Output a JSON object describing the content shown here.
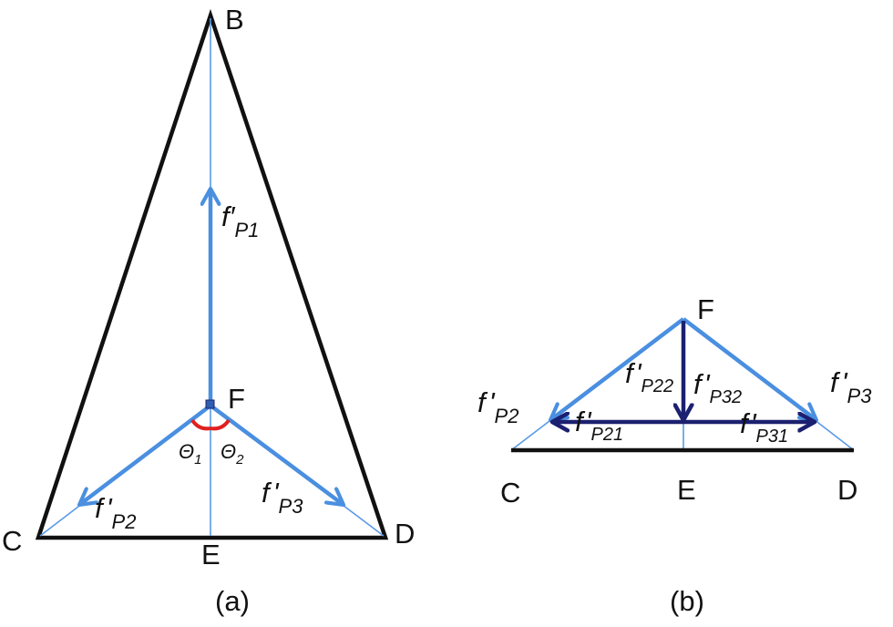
{
  "colors": {
    "outline": "#111111",
    "light_blue": "#4a8fe0",
    "thin_blue": "#5a9ae6",
    "dark_blue": "#1c2070",
    "angle_arc": "#e02020",
    "background": "#ffffff"
  },
  "panel_a": {
    "caption": "(a)",
    "points": {
      "B": "B",
      "C": "C",
      "D": "D",
      "E": "E",
      "F": "F"
    },
    "vectors": {
      "p1": {
        "f": "f",
        "prime": "′",
        "sub": "P1"
      },
      "p2": {
        "f": "f",
        "prime": "'",
        "sub": "P2"
      },
      "p3": {
        "f": "f",
        "prime": "'",
        "sub": "P3"
      }
    },
    "angles": {
      "theta1": {
        "symbol": "Θ",
        "sub": "1"
      },
      "theta2": {
        "symbol": "Θ",
        "sub": "2"
      }
    }
  },
  "panel_b": {
    "caption": "(b)",
    "points": {
      "C": "C",
      "D": "D",
      "E": "E",
      "F": "F"
    },
    "vectors": {
      "p2": {
        "f": "f",
        "prime": "'",
        "sub": "P2"
      },
      "p3": {
        "f": "f",
        "prime": "'",
        "sub": "P3"
      },
      "p21": {
        "f": "f",
        "prime": "'",
        "sub": "P21"
      },
      "p22": {
        "f": "f",
        "prime": "'",
        "sub": "P22"
      },
      "p31": {
        "f": "f",
        "prime": "'",
        "sub": "P31"
      },
      "p32": {
        "f": "f",
        "prime": "'",
        "sub": "P32"
      }
    }
  }
}
